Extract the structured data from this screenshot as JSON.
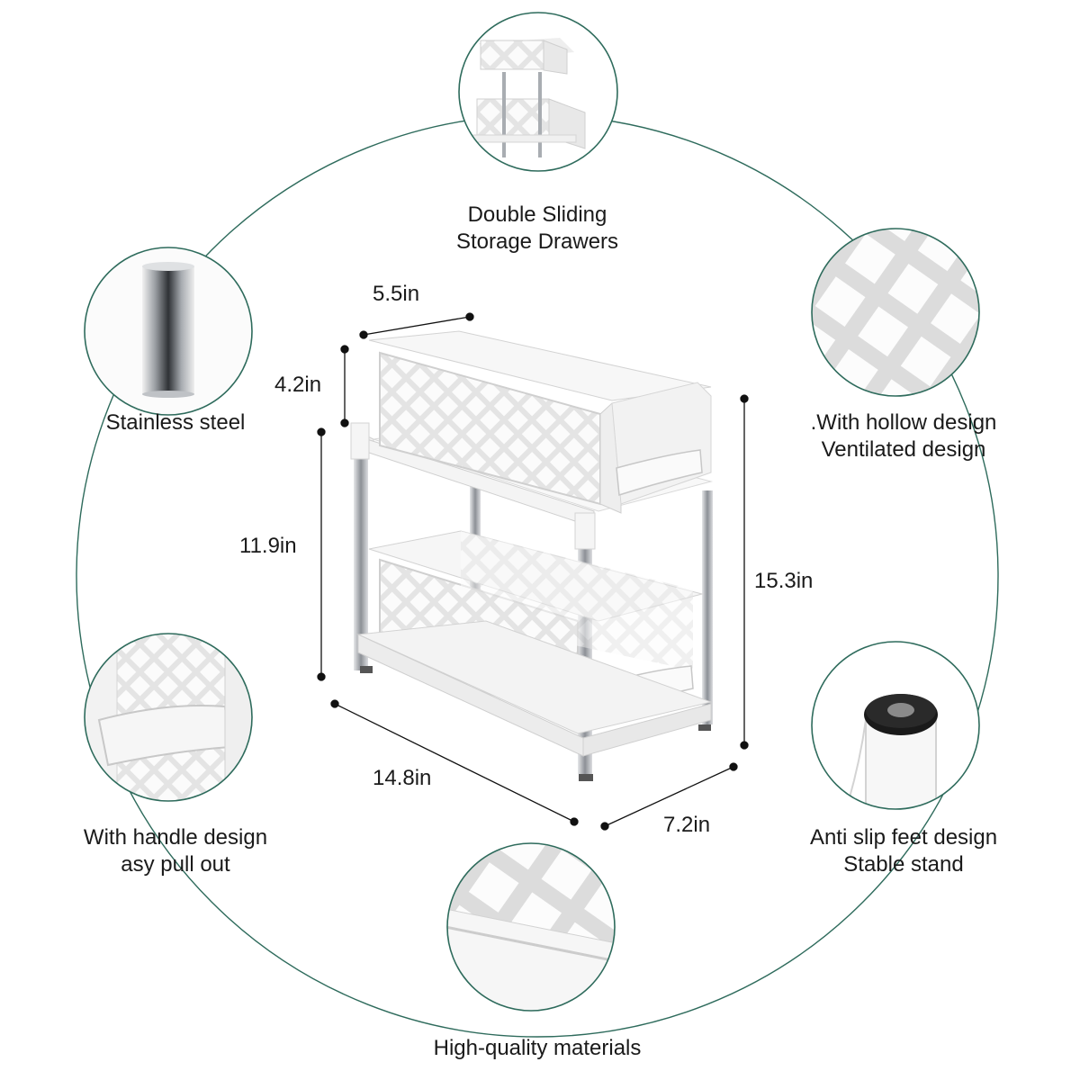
{
  "colors": {
    "ring": "#2e6b5c",
    "background": "#ffffff",
    "text": "#1a1a1a",
    "dimension_line": "#111111",
    "plastic": "#f4f4f4",
    "steel": "#b9bcc0"
  },
  "features": [
    {
      "id": "drawers",
      "lines": [
        "Double Sliding",
        "Storage Drawers"
      ]
    },
    {
      "id": "steel",
      "lines": [
        "Stainless steel"
      ]
    },
    {
      "id": "hollow",
      "lines": [
        ".With hollow design",
        "Ventilated design"
      ]
    },
    {
      "id": "handle",
      "lines": [
        "With handle design",
        "asy pull out"
      ]
    },
    {
      "id": "feet",
      "lines": [
        "Anti slip feet design",
        "Stable stand"
      ]
    },
    {
      "id": "materials",
      "lines": [
        "High-quality materials"
      ]
    }
  ],
  "dimensions": {
    "top_depth": "5.5in",
    "drawer_height": "4.2in",
    "frame_height": "11.9in",
    "total_height": "15.3in",
    "length": "14.8in",
    "width": "7.2in"
  },
  "icons": {
    "drawers": "rack-overview-icon",
    "steel": "steel-tube-icon",
    "hollow": "lattice-pattern-icon",
    "handle": "drawer-handle-icon",
    "feet": "rubber-foot-icon",
    "materials": "material-closeup-icon"
  }
}
